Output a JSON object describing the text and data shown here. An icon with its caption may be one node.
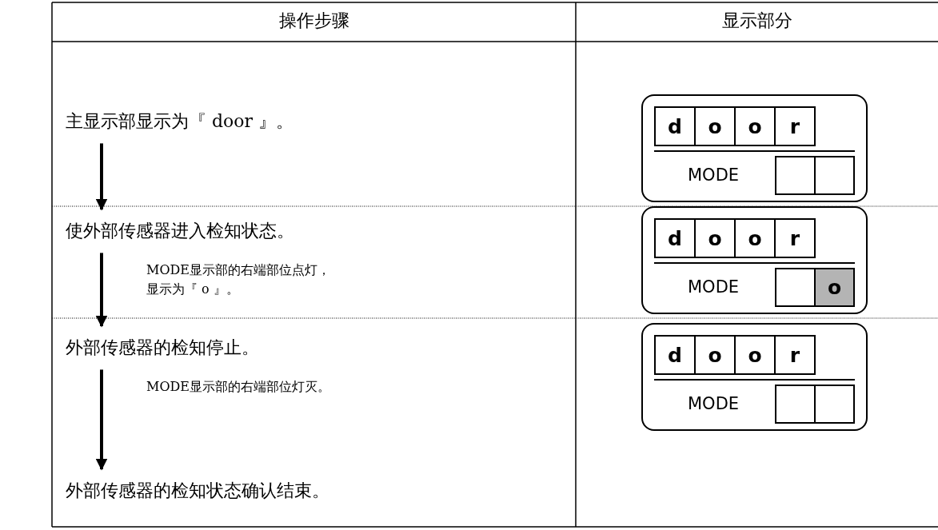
{
  "diagram": {
    "nodes": [
      {
        "text": [
          "主显示部显示为『 door 』。"
        ]
      },
      {
        "text": [
          "使外部传感器进入检知状态。"
        ]
      },
      {
        "text": [
          "外部传感器的检知停止。"
        ]
      },
      {
        "text": [
          "外部传感器的检知状态确认结束。"
        ]
      },
      {
        "text": [
          "d",
          "o",
          "o",
          "r",
          "MODE"
        ]
      },
      {
        "text": [
          "d",
          "o",
          "o",
          "r",
          "MODE",
          "o"
        ]
      },
      {
        "text": [
          "d",
          "o",
          "o",
          "r",
          "MODE"
        ]
      }
    ],
    "edges": [
      {
        "from": 0,
        "to": 1,
        "arrow": "to"
      },
      {
        "from": 1,
        "to": 2,
        "arrow": "to",
        "label": "MODE显示部的右端部位点灯，显示为『 o 』。"
      },
      {
        "from": 2,
        "to": 3,
        "arrow": "to",
        "label": "MODE显示部的右端部位灯灭。"
      }
    ],
    "labels": [
      "操作步骤",
      "显示部分"
    ]
  }
}
